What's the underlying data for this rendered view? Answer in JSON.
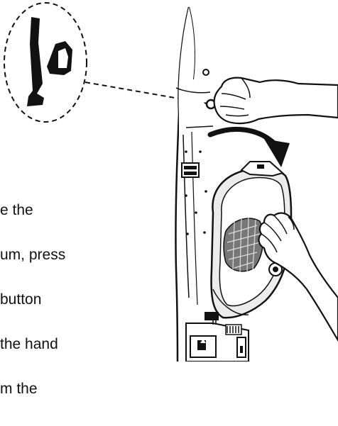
{
  "instruction": {
    "lines": [
      "e the",
      "um, press",
      "button",
      "the hand",
      "m the"
    ]
  },
  "colors": {
    "ink": "#111111",
    "paper": "#ffffff",
    "grey_fill": "#e6e6e6",
    "mesh": "#555555"
  },
  "icons": [
    "handheld-vacuum-icon",
    "release-button-icon",
    "curved-arrow-icon",
    "hand-icon"
  ]
}
